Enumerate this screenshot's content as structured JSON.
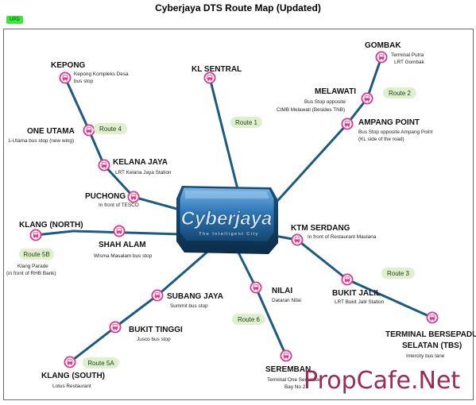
{
  "title": "Cyberjaya DTS Route Map (Updated)",
  "badge": "UPD",
  "hub": {
    "name": "Cyberjaya",
    "tagline": "The Intelligent City"
  },
  "stops": {
    "kepong": {
      "name": "KEPONG",
      "desc": [
        "Kepong Kompleks Desa",
        "bus stop"
      ]
    },
    "one_utama": {
      "name": "ONE UTAMA",
      "desc": [
        "1-Utama bus stop (new wing)"
      ]
    },
    "kelana_jaya": {
      "name": "KELANA JAYA",
      "desc": [
        "LRT Kelana Jaya Station"
      ]
    },
    "puchong": {
      "name": "PUCHONG",
      "desc": [
        "In front of TESCO"
      ]
    },
    "klang_north": {
      "name": "KLANG (NORTH)",
      "desc": [
        "Klang Parade",
        "(in front of RHB Bank)"
      ]
    },
    "shah_alam": {
      "name": "SHAH ALAM",
      "desc": [
        "Wisma Masalam bus stop"
      ]
    },
    "subang_jaya": {
      "name": "SUBANG  JAYA",
      "desc": [
        "Summit bus stop"
      ]
    },
    "bukit_tinggi": {
      "name": "BUKIT  TINGGI",
      "desc": [
        "Jusco bus stop"
      ]
    },
    "klang_south": {
      "name": "KLANG (SOUTH)",
      "desc": [
        "Lotus Restaurant"
      ]
    },
    "kl_sentral": {
      "name": "KL SENTRAL",
      "desc": []
    },
    "gombak": {
      "name": "GOMBAK",
      "desc": [
        "Terminal Putra",
        "LRT Gombak"
      ]
    },
    "melawati": {
      "name": "MELAWATI",
      "desc": [
        "Bus Stop opposite",
        "CIMB Melawati (Besides TNB)"
      ]
    },
    "ampang_point": {
      "name": "AMPANG POINT",
      "desc": [
        "Bus Stop opposite Ampang Point",
        "(KL side of the road)"
      ]
    },
    "ktm_serdang": {
      "name": "KTM SERDANG",
      "desc": [
        "In front of Restaurant Maulana"
      ]
    },
    "nilai": {
      "name": "NILAI",
      "desc": [
        "Dataran Nilai"
      ]
    },
    "seremban": {
      "name": "SEREMBAN",
      "desc": [
        "Terminal One Seremban",
        "Bay No 2"
      ]
    },
    "bukit_jalil": {
      "name": "BUKIT  JALIL",
      "desc": [
        "LRT Bukit Jalil Station"
      ]
    },
    "tbs": {
      "name": "TERMINAL BERSEPADU",
      "name2": "SELATAN (TBS)",
      "desc": [
        "Intercity bus lane"
      ]
    }
  },
  "routes": {
    "r1": "Route 1",
    "r2": "Route 2",
    "r3": "Route 3",
    "r4": "Route 4",
    "r5a": "Route 5A",
    "r5b": "Route 5B",
    "r6": "Route 6"
  },
  "watermark": "PropCafe.Net",
  "colors": {
    "line": "#1c5a80",
    "stop": "#e0338a",
    "route_badge": "#dff0cf",
    "hub": "#2a6fa8"
  },
  "icons": {
    "stop": "bus-icon"
  }
}
